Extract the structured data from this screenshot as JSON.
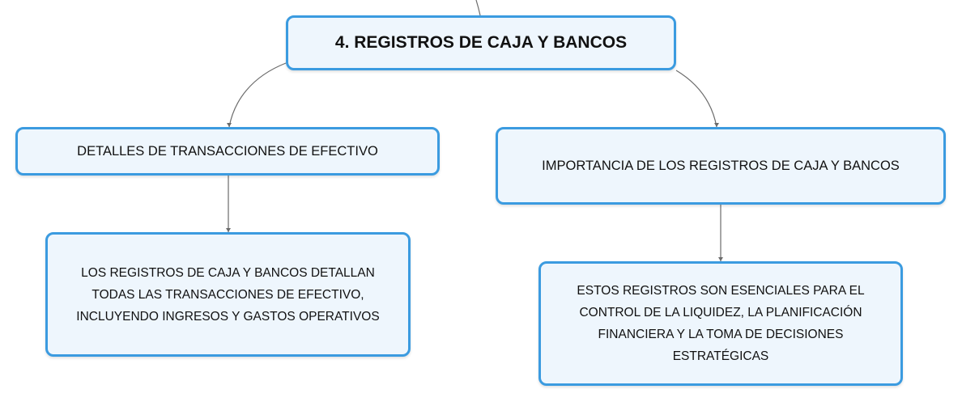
{
  "root": {
    "label": "4. REGISTROS DE CAJA Y BANCOS"
  },
  "branches": [
    {
      "label": "DETALLES DE TRANSACCIONES DE EFECTIVO",
      "child_lines": [
        "LOS REGISTROS DE CAJA Y BANCOS DETALLAN",
        "TODAS LAS TRANSACCIONES DE EFECTIVO,",
        "INCLUYENDO INGRESOS Y GASTOS OPERATIVOS"
      ]
    },
    {
      "label": "IMPORTANCIA DE LOS REGISTROS DE CAJA Y BANCOS",
      "child_lines": [
        "ESTOS REGISTROS SON ESENCIALES PARA EL",
        "CONTROL DE LA LIQUIDEZ, LA PLANIFICACIÓN",
        "FINANCIERA Y LA TOMA DE DECISIONES",
        "ESTRATÉGICAS"
      ]
    }
  ],
  "colors": {
    "border": "#3b9be0",
    "fill": "#eef6fd",
    "connector": "#6b6b6b"
  }
}
